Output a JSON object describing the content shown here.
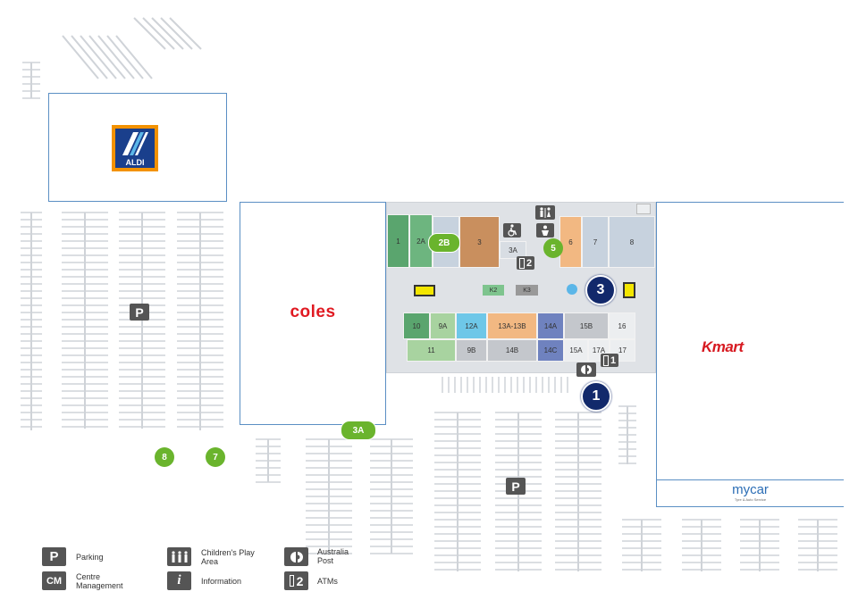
{
  "colors": {
    "mall_floor": "#dfe2e6",
    "store_outline": "#5b8fc4",
    "marker_green": "#6ab42d",
    "entrance_navy": "#12296b",
    "icon_grey": "#555555",
    "aldi_orange": "#f39200",
    "aldi_blue": "#1a3f8c",
    "coles_red": "#e01a22",
    "kmart_red": "#d71920",
    "mycar_blue": "#2b6db5"
  },
  "stores": {
    "aldi": {
      "logo_text": "ALDI"
    },
    "coles": {
      "logo_text": "coles"
    },
    "kmart": {
      "logo_text": "Kmart"
    },
    "mycar": {
      "logo_text": "mycar",
      "tagline": "Tyre & Auto Service"
    }
  },
  "shops": {
    "s1": "1",
    "s2a": "2A",
    "s3": "3",
    "s3a": "3A",
    "s6": "6",
    "s7": "7",
    "s8": "8",
    "k2": "K2",
    "k3": "K3",
    "s10": "10",
    "s9a": "9A",
    "s12a": "12A",
    "s13a13b": "13A-13B",
    "s14a": "14A",
    "s15b": "15B",
    "s16": "16",
    "s11": "11",
    "s9b": "9B",
    "s14b": "14B",
    "s14c": "14C",
    "s15a": "15A",
    "s17a": "17A",
    "s17": "17"
  },
  "markers": {
    "m2b": "2B",
    "m3a": "3A",
    "m5": "5",
    "m7": "7",
    "m8": "8"
  },
  "entrances": {
    "e1": "1",
    "e3": "3"
  },
  "map_icons": {
    "parking_glyph": "P",
    "atm_one": "1",
    "atm_two": "2",
    "atm_one_icon": "atm-icon",
    "atm_two_icon": "atm-icon",
    "accessible_icon": "wheelchair-icon",
    "baby_icon": "baby-change-icon",
    "toilets_icon": "toilets-icon",
    "post_icon": "australia-post-icon",
    "info_icon": "information-icon"
  },
  "legend": [
    {
      "icon_text": "P",
      "label": "Parking",
      "icon": "parking-icon"
    },
    {
      "icon_text": "CM",
      "label": "Centre Management",
      "icon": "centre-management-icon"
    },
    {
      "icon_text": "",
      "label": "Children's Play Area",
      "icon": "play-area-icon"
    },
    {
      "icon_text": "i",
      "label": "Information",
      "icon": "information-icon"
    },
    {
      "icon_text": "",
      "label": "Australia Post",
      "icon": "australia-post-icon"
    },
    {
      "icon_text": "2",
      "label": "ATMs",
      "icon": "atm-icon"
    }
  ]
}
